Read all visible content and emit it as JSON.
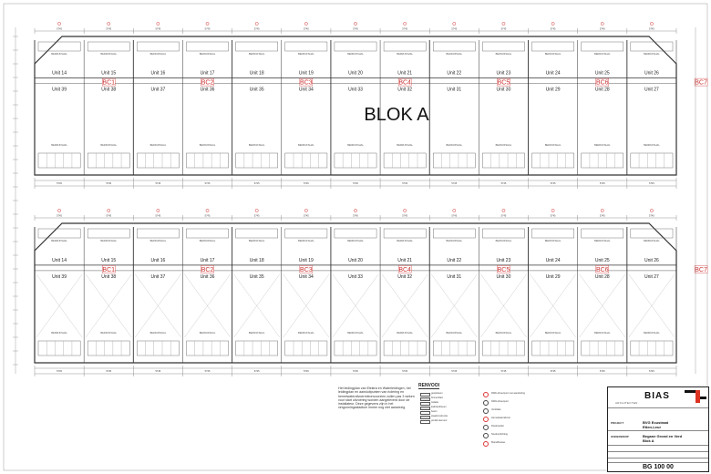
{
  "drawing": {
    "block_title": "BLOK A",
    "bc_labels": [
      "BC1",
      "BC2",
      "BC3",
      "BC4",
      "BC5",
      "BC6",
      "BC7"
    ],
    "top_row_units": [
      "Unit 14",
      "Unit 15",
      "Unit 16",
      "Unit 17",
      "Unit 18",
      "Unit 19",
      "Unit 20",
      "Unit 21",
      "Unit 22",
      "Unit 23",
      "Unit 24",
      "Unit 25",
      "Unit 26"
    ],
    "bottom_row_units": [
      "Unit 39",
      "Unit 38",
      "Unit 37",
      "Unit 36",
      "Unit 35",
      "Unit 34",
      "Unit 33",
      "Unit 32",
      "Unit 31",
      "Unit 30",
      "Unit 29",
      "Unit 28",
      "Unit 27"
    ],
    "lower_top_row_units": [
      "Unit 14",
      "Unit 15",
      "Unit 16",
      "Unit 17",
      "Unit 18",
      "Unit 19",
      "Unit 20",
      "Unit 21",
      "Unit 22",
      "Unit 23",
      "Unit 24",
      "Unit 25",
      "Unit 26"
    ],
    "lower_bottom_row_units": [
      "Unit 39",
      "Unit 38",
      "Unit 37",
      "Unit 36",
      "Unit 35",
      "Unit 34",
      "Unit 33",
      "Unit 32",
      "Unit 31",
      "Unit 30",
      "Unit 29",
      "Unit 28",
      "Unit 27"
    ],
    "room_label": "BEDRIJFSHAL",
    "dim_label": "5745"
  },
  "note": {
    "text": "Het leidingplan van Elektra en Waterleidingen, het leidingplan en aansluitpunten van riolering en hemelwaterafvoerreleonvoorzien zullen pas 3 weken voor start uitvoering worden aangeleverd door de installateur. Deze gegevens zijn in het vergunningsstadium immer nog niet aanwezig."
  },
  "legend": {
    "title": "RENVOOI",
    "rows_left": [
      "gevelsteen",
      "binnenblad",
      "isolatie",
      "kalkzandsteen",
      "beton",
      "staalconstructie",
      "prefab element"
    ],
    "rows_right": [
      "RWA afvoerpunt met aansluiting",
      "DWA afvoerpunt",
      "Ventilatie",
      "Hemelwaterafvoer",
      "Rookmelder",
      "Noodverlichting",
      "Brandblusser"
    ]
  },
  "titleblock": {
    "logo": "BIAS",
    "logo_sub": "ARCHITECTEN",
    "project_key": "PROJECT",
    "project_value_1": "BVG Ecustraat",
    "project_value_2": "Etten-Leur",
    "subject_key": "ONDERWERP",
    "subject_value_1": "Begane Grond en Verd",
    "subject_value_2": "Blok A",
    "number": "BG 100 00"
  },
  "colors": {
    "line": "#333333",
    "red": "#d33333",
    "background": "#ffffff"
  }
}
